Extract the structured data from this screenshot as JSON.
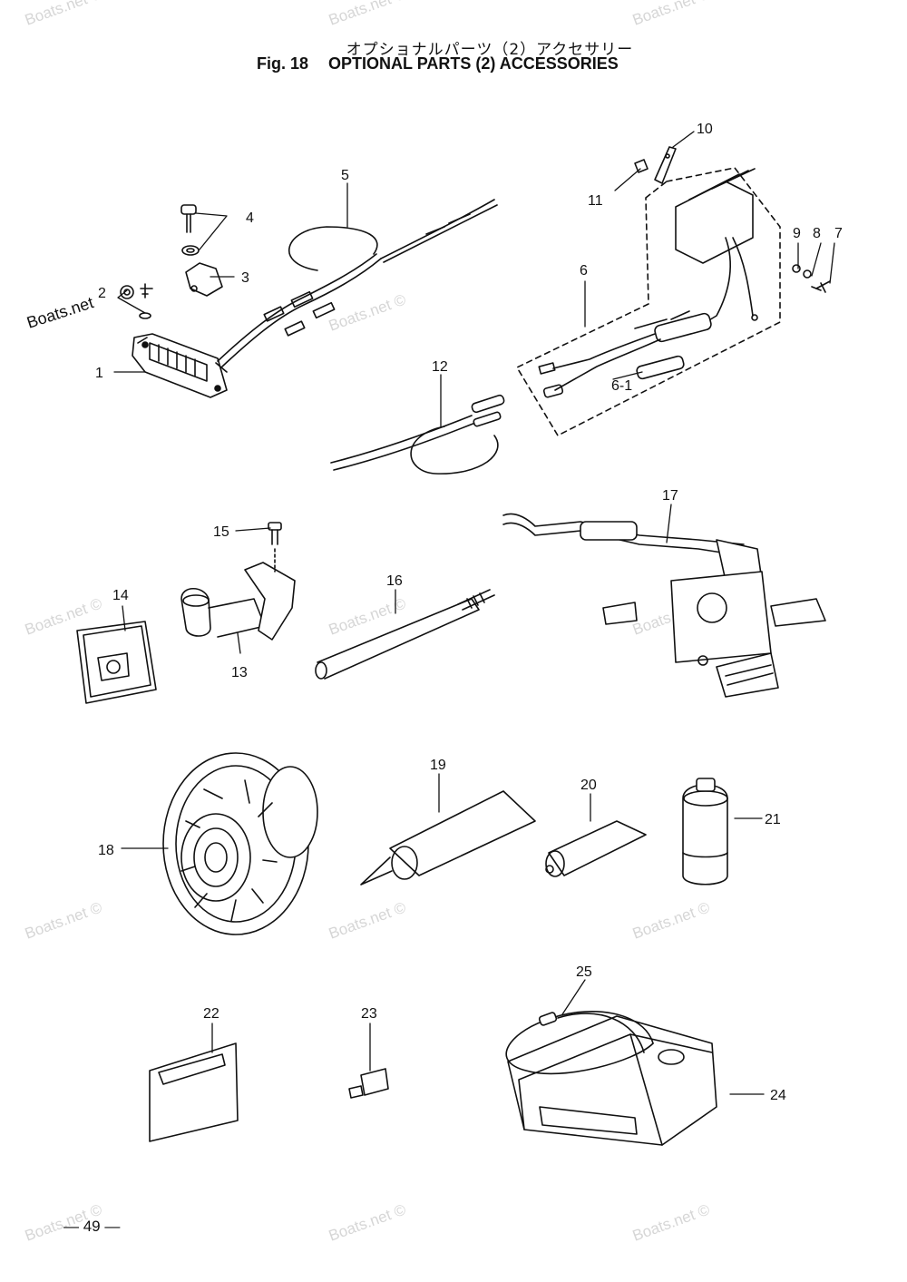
{
  "header": {
    "title_jp": "オプショナルパーツ（2）アクセサリー",
    "fig_label": "Fig. 18",
    "title_en": "OPTIONAL PARTS (2) ACCESSORIES"
  },
  "callouts": [
    "1",
    "2",
    "3",
    "4",
    "5",
    "6",
    "6-1",
    "7",
    "8",
    "9",
    "10",
    "11",
    "12",
    "13",
    "14",
    "15",
    "16",
    "17",
    "18",
    "19",
    "20",
    "21",
    "22",
    "23",
    "24",
    "25"
  ],
  "watermark": "Boats.net ©",
  "watermark_alt": "Boats.net",
  "page_number": "— 49 —"
}
